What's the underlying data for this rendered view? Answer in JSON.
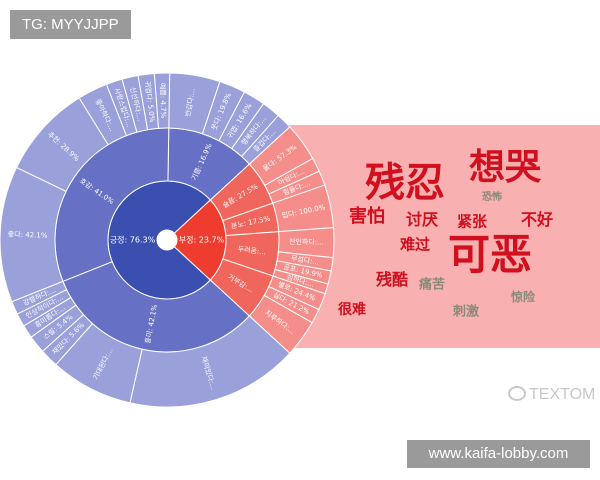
{
  "watermark_top": "TG: MYYJJPP",
  "watermark_bottom": "www.kaifa-lobby.com",
  "brand": "TEXTOM",
  "chart_data": [
    {
      "type": "sunburst",
      "colors": {
        "positive": [
          "#3a4fb0",
          "#6670c4",
          "#9aa0da"
        ],
        "negative": [
          "#ee3d2e",
          "#f0665c",
          "#f58e8a"
        ]
      },
      "root": [
        {
          "label": "긍정: 76.3%",
          "value": 76.3,
          "group": "positive",
          "children": [
            {
              "label": "기쁨: 16.9%",
              "value": 16.9,
              "children": [
                {
                  "label": "즐겁다:...",
                  "value": 12
                },
                {
                  "label": "행복하다:...",
                  "value": 14
                },
                {
                  "label": "귀엽: 16.6%",
                  "value": 16.6
                },
                {
                  "label": "웃다: 19.8%",
                  "value": 19.8
                },
                {
                  "label": "반갑다:...",
                  "value": 37.8
                }
              ]
            },
            {
              "label": "호감: 41.0%",
              "value": 41.0,
              "children": [
                {
                  "label": "예쁨: 4.7%",
                  "value": 4.7
                },
                {
                  "label": "귀엽다: 5.0%",
                  "value": 5.0
                },
                {
                  "label": "신선하다:...",
                  "value": 5
                },
                {
                  "label": "사랑스럽다:...",
                  "value": 5
                },
                {
                  "label": "좋아하다:...",
                  "value": 9.3
                },
                {
                  "label": "추천: 28.9%",
                  "value": 28.9
                },
                {
                  "label": "좋다: 42.1%",
                  "value": 42.1
                }
              ]
            },
            {
              "label": "흥미: 42.1%",
              "value": 42.1,
              "children": [
                {
                  "label": "강렬하다:...",
                  "value": 4
                },
                {
                  "label": "인상적이다:...",
                  "value": 4
                },
                {
                  "label": "흥미롭다:...",
                  "value": 4
                },
                {
                  "label": "스릴: 5.4%",
                  "value": 5.4
                },
                {
                  "label": "재밌다: 5.6%",
                  "value": 5.6
                },
                {
                  "label": "기대된다:...",
                  "value": 25
                },
                {
                  "label": "재미있다:...",
                  "value": 52
                }
              ]
            }
          ]
        },
        {
          "label": "부정: 23.7%",
          "value": 23.7,
          "group": "negative",
          "children": [
            {
              "label": "슬픔: 27.5%",
              "value": 27.5,
              "children": [
                {
                  "label": "울다: 57.3%",
                  "value": 57.3
                },
                {
                  "label": "아쉽다:...",
                  "value": 21
                },
                {
                  "label": "힘들다:...",
                  "value": 21.7
                }
              ]
            },
            {
              "label": "분노: 17.5%",
              "value": 17.5,
              "children": [
                {
                  "label": "밉다: 100.0%",
                  "value": 100
                }
              ]
            },
            {
              "label": "두려움:...",
              "value": 27,
              "children": [
                {
                  "label": "잔인하다:...",
                  "value": 45
                },
                {
                  "label": "무섭다:...",
                  "value": 20
                },
                {
                  "label": "공포: 19.9%",
                  "value": 19.9
                },
                {
                  "label": "심하다:...",
                  "value": 15.1
                }
              ]
            },
            {
              "label": "거부감:...",
              "value": 28,
              "children": [
                {
                  "label": "별로: 24.4%",
                  "value": 24.4
                },
                {
                  "label": "싫다: 21.2%",
                  "value": 21.2
                },
                {
                  "label": "지루하다:...",
                  "value": 54.4
                }
              ]
            }
          ]
        }
      ]
    },
    {
      "type": "wordcloud",
      "panel_color": "#f9b0b0",
      "words": [
        {
          "text": "残忍",
          "weight": 40,
          "color": "#d0101e"
        },
        {
          "text": "想哭",
          "weight": 36,
          "color": "#d0101e"
        },
        {
          "text": "恐怖",
          "weight": 10,
          "color": "#8a8a7a"
        },
        {
          "text": "害怕",
          "weight": 18,
          "color": "#d0101e"
        },
        {
          "text": "讨厌",
          "weight": 16,
          "color": "#d0101e"
        },
        {
          "text": "紧张",
          "weight": 15,
          "color": "#d0101e"
        },
        {
          "text": "不好",
          "weight": 16,
          "color": "#d0101e"
        },
        {
          "text": "难过",
          "weight": 15,
          "color": "#d0101e"
        },
        {
          "text": "可恶",
          "weight": 42,
          "color": "#d0101e"
        },
        {
          "text": "残酷",
          "weight": 16,
          "color": "#d0101e"
        },
        {
          "text": "痛苦",
          "weight": 13,
          "color": "#8a8a7a"
        },
        {
          "text": "惊险",
          "weight": 12,
          "color": "#8a8a7a"
        },
        {
          "text": "很难",
          "weight": 14,
          "color": "#d0101e"
        },
        {
          "text": "刺激",
          "weight": 13,
          "color": "#8a8a7a"
        }
      ]
    }
  ]
}
